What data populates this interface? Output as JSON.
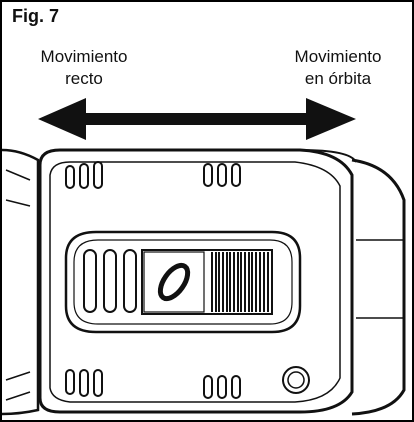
{
  "figure": {
    "label": "Fig. 7"
  },
  "labels": {
    "left": {
      "line1": "Movimiento",
      "line2": "recto"
    },
    "right": {
      "line1": "Movimiento",
      "line2": "en órbita"
    }
  },
  "colors": {
    "ink": "#111111",
    "background": "#ffffff"
  },
  "icons": {
    "double_arrow": "double-headed-arrow-icon",
    "switch_symbol": "orbit-symbol-icon"
  }
}
